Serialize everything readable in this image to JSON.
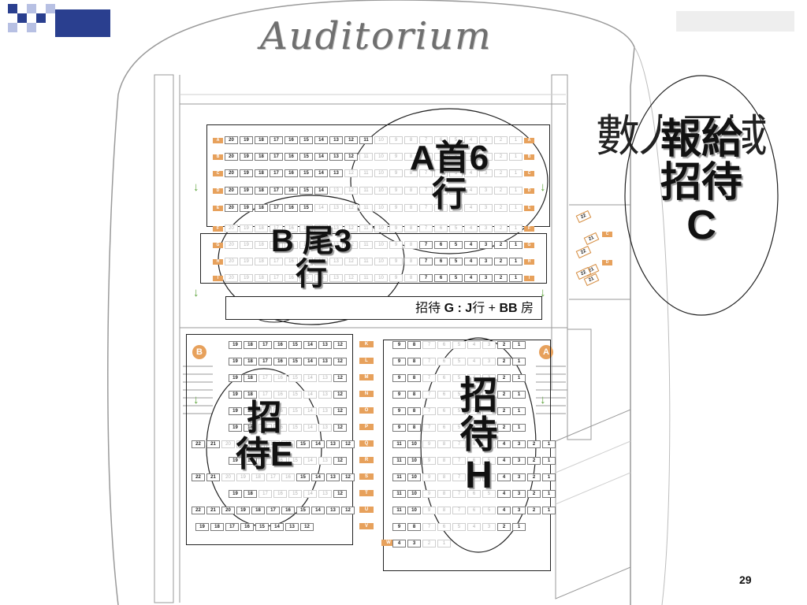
{
  "header": {
    "title": "Auditorium"
  },
  "colors": {
    "accent_blue": "#2a3f8f",
    "seat_orange": "#e7a15c",
    "arrow_green": "#5aa238"
  },
  "annotations": {
    "top_right_heading": "數人區域",
    "report_reception_c": [
      "報給",
      "招待",
      "C"
    ],
    "zone_a_front": [
      "A首6",
      "行"
    ],
    "zone_b_rear": [
      "B 尾3",
      "行"
    ],
    "reception_gj_note_prefix": "招待 ",
    "reception_gj_note_bold": "G : J",
    "reception_gj_note_mid": "行 + ",
    "reception_gj_note_bold2": "BB",
    "reception_gj_note_suffix": " 房",
    "reception_e": [
      "招",
      "待E"
    ],
    "reception_h": [
      "招",
      "待",
      "H"
    ]
  },
  "entrances": {
    "left": "B",
    "right": "A"
  },
  "upper_rows": {
    "labels": [
      "A",
      "B",
      "C",
      "D",
      "E",
      "F",
      "G",
      "H",
      "I"
    ],
    "dark_seats": [
      "20",
      "19",
      "18",
      "17",
      "16",
      "15",
      "14",
      "13",
      "12",
      "11"
    ],
    "light_seats": [
      "10",
      "9",
      "8",
      "7",
      "6",
      "5",
      "4",
      "3",
      "2",
      "1"
    ]
  },
  "lower_left_seats": [
    "19",
    "18",
    "17",
    "16",
    "15",
    "14",
    "13",
    "12"
  ],
  "lower_left_wide_seats": [
    "22",
    "21",
    "20",
    "19",
    "18",
    "17",
    "16",
    "15",
    "14",
    "13",
    "12"
  ],
  "aisle_rows": [
    "K",
    "L",
    "M",
    "N",
    "O",
    "P",
    "Q",
    "R",
    "S",
    "T",
    "U",
    "V",
    "W"
  ],
  "lower_right_seats": [
    "9",
    "8",
    "7",
    "6",
    "5",
    "4",
    "3",
    "2",
    "1"
  ],
  "lower_right_wide_seats": [
    "11",
    "10",
    "9",
    "8",
    "7",
    "6",
    "5",
    "4",
    "3",
    "2",
    "1"
  ],
  "last_row_seats": [
    "4",
    "3",
    "2",
    "1"
  ],
  "side_box_seats": [
    "22",
    "21",
    "22",
    "21",
    "22",
    "21"
  ],
  "side_box_labels": [
    "C",
    "D"
  ],
  "page": {
    "number": "29"
  }
}
